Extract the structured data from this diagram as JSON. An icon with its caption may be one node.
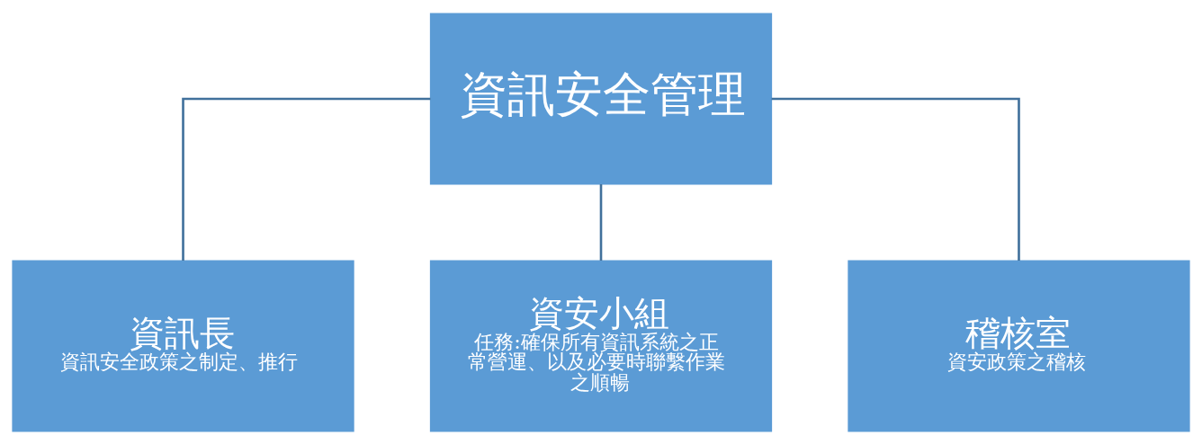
{
  "diagram": {
    "nodes": [
      {
        "text": [
          "資訊安全管理"
        ]
      },
      {
        "text": [
          "資訊長",
          "資訊安全政策之制定、推行"
        ]
      },
      {
        "text": [
          "資安小組",
          "任務:確保所有資訊系統之正常營運、以及必要時聯繫作業之順暢"
        ]
      },
      {
        "text": [
          "稽核室",
          "資安政策之稽核"
        ]
      }
    ],
    "edges": [
      {
        "from": 0,
        "to": 1,
        "arrow": "none"
      },
      {
        "from": 0,
        "to": 2,
        "arrow": "none"
      },
      {
        "from": 0,
        "to": 3,
        "arrow": "none"
      }
    ]
  }
}
